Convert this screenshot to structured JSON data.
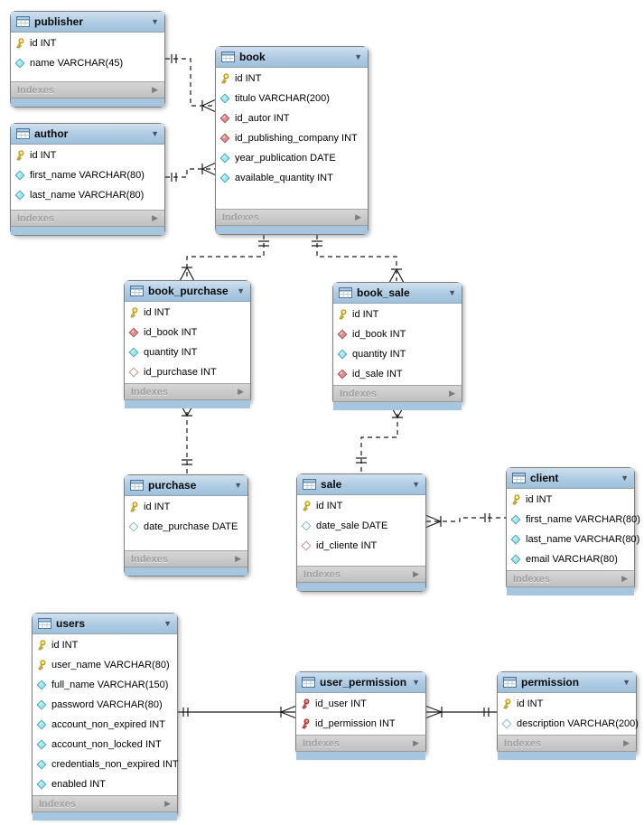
{
  "labels": {
    "indexes": "Indexes"
  },
  "colors": {
    "header_blue": "#aecbe3",
    "strip_blue": "#a5c6de",
    "indexes_gray": "#c0c0c0",
    "body_white": "#ffffff",
    "line_black": "#1a1a1a",
    "primary_key_yellow": "#ffe24a",
    "primary_foreign_key_red": "#ed6a5e",
    "foreign_key_diamond_red": "#dd8f8f",
    "column_diamond_cyan": "#9fe8f1"
  },
  "icon_legend": {
    "table": "table-grid-icon",
    "collapse": "chevron-down-icon",
    "indexes_expand": "triangle-right-icon",
    "primary-key": "yellow-key-icon",
    "primary-foreign-key": "red-key-icon",
    "foreign-key": "red-diamond-filled-icon",
    "foreign-key-nullable": "red-diamond-hollow-icon",
    "column": "cyan-diamond-filled-icon",
    "column-nullable": "cyan-diamond-hollow-icon"
  },
  "tables": [
    {
      "key": "publisher",
      "name": "publisher",
      "columns": [
        {
          "icon": "primary-key",
          "text": "id INT"
        },
        {
          "icon": "column",
          "text": "name VARCHAR(45)"
        }
      ]
    },
    {
      "key": "author",
      "name": "author",
      "columns": [
        {
          "icon": "primary-key",
          "text": "id INT"
        },
        {
          "icon": "column",
          "text": "first_name VARCHAR(80)"
        },
        {
          "icon": "column",
          "text": "last_name VARCHAR(80)"
        }
      ]
    },
    {
      "key": "book",
      "name": "book",
      "columns": [
        {
          "icon": "primary-key",
          "text": "id INT"
        },
        {
          "icon": "column",
          "text": "titulo VARCHAR(200)"
        },
        {
          "icon": "foreign-key",
          "text": "id_autor INT"
        },
        {
          "icon": "foreign-key",
          "text": "id_publishing_company INT"
        },
        {
          "icon": "column",
          "text": "year_publication DATE"
        },
        {
          "icon": "column",
          "text": "available_quantity INT"
        }
      ]
    },
    {
      "key": "book_purchase",
      "name": "book_purchase",
      "columns": [
        {
          "icon": "primary-key",
          "text": "id INT"
        },
        {
          "icon": "foreign-key",
          "text": "id_book INT"
        },
        {
          "icon": "column",
          "text": "quantity INT"
        },
        {
          "icon": "foreign-key-nullable",
          "text": "id_purchase INT"
        }
      ]
    },
    {
      "key": "book_sale",
      "name": "book_sale",
      "columns": [
        {
          "icon": "primary-key",
          "text": "id INT"
        },
        {
          "icon": "foreign-key",
          "text": "id_book INT"
        },
        {
          "icon": "column",
          "text": "quantity INT"
        },
        {
          "icon": "foreign-key",
          "text": "id_sale INT"
        }
      ]
    },
    {
      "key": "purchase",
      "name": "purchase",
      "columns": [
        {
          "icon": "primary-key",
          "text": "id INT"
        },
        {
          "icon": "column-nullable",
          "text": "date_purchase DATE"
        }
      ]
    },
    {
      "key": "sale",
      "name": "sale",
      "columns": [
        {
          "icon": "primary-key",
          "text": "id INT"
        },
        {
          "icon": "column-nullable",
          "text": "date_sale DATE"
        },
        {
          "icon": "foreign-key-nullable",
          "text": "id_cliente INT"
        }
      ]
    },
    {
      "key": "client",
      "name": "client",
      "columns": [
        {
          "icon": "primary-key",
          "text": "id INT"
        },
        {
          "icon": "column",
          "text": "first_name VARCHAR(80)"
        },
        {
          "icon": "column",
          "text": "last_name VARCHAR(80)"
        },
        {
          "icon": "column",
          "text": "email VARCHAR(80)"
        }
      ]
    },
    {
      "key": "users",
      "name": "users",
      "columns": [
        {
          "icon": "primary-key",
          "text": "id INT"
        },
        {
          "icon": "primary-key",
          "text": "user_name VARCHAR(80)"
        },
        {
          "icon": "column",
          "text": "full_name VARCHAR(150)"
        },
        {
          "icon": "column",
          "text": "password VARCHAR(80)"
        },
        {
          "icon": "column",
          "text": "account_non_expired INT"
        },
        {
          "icon": "column",
          "text": "account_non_locked INT"
        },
        {
          "icon": "column",
          "text": "credentials_non_expired INT"
        },
        {
          "icon": "column",
          "text": "enabled INT"
        }
      ]
    },
    {
      "key": "user_permission",
      "name": "user_permission",
      "columns": [
        {
          "icon": "primary-foreign-key",
          "text": "id_user INT"
        },
        {
          "icon": "primary-foreign-key",
          "text": "id_permission INT"
        }
      ]
    },
    {
      "key": "permission",
      "name": "permission",
      "columns": [
        {
          "icon": "primary-key",
          "text": "id INT"
        },
        {
          "icon": "column-nullable",
          "text": "description VARCHAR(200)"
        }
      ]
    }
  ],
  "relationships": [
    {
      "from": "publisher",
      "to": "book",
      "type": "non-identifying",
      "cardinality": "1:n"
    },
    {
      "from": "author",
      "to": "book",
      "type": "non-identifying",
      "cardinality": "1:n"
    },
    {
      "from": "book",
      "to": "book_purchase",
      "type": "non-identifying",
      "cardinality": "1:n"
    },
    {
      "from": "book",
      "to": "book_sale",
      "type": "non-identifying",
      "cardinality": "1:n"
    },
    {
      "from": "purchase",
      "to": "book_purchase",
      "type": "non-identifying",
      "cardinality": "1:n"
    },
    {
      "from": "sale",
      "to": "book_sale",
      "type": "non-identifying",
      "cardinality": "1:n"
    },
    {
      "from": "client",
      "to": "sale",
      "type": "non-identifying",
      "cardinality": "1:n"
    },
    {
      "from": "users",
      "to": "user_permission",
      "type": "identifying",
      "cardinality": "1:n"
    },
    {
      "from": "permission",
      "to": "user_permission",
      "type": "identifying",
      "cardinality": "1:n"
    }
  ]
}
